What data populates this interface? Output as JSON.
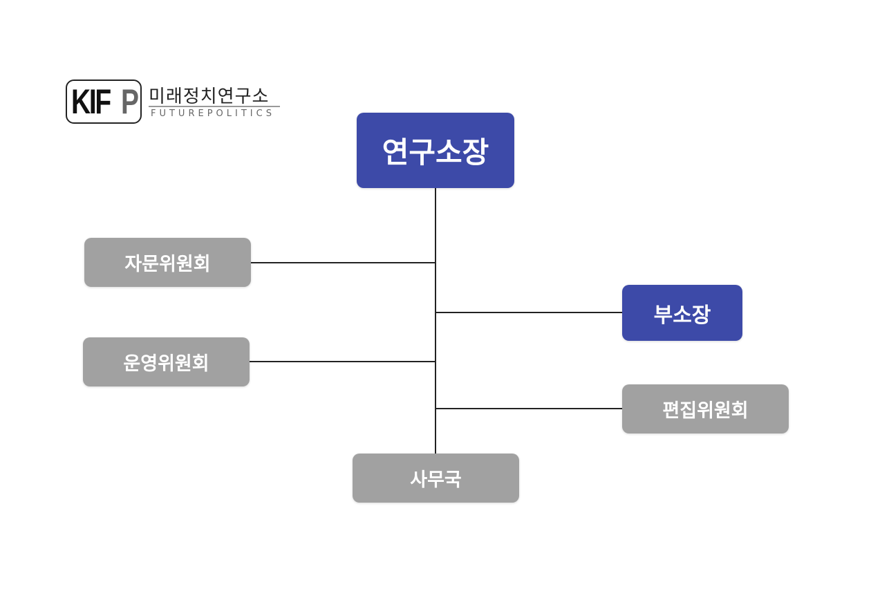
{
  "logo": {
    "mark_text": "KIF",
    "mark_letter": "P",
    "name_ko": "미래정치연구소",
    "name_en": "FUTUREPOLITICS"
  },
  "org_chart": {
    "director": "연구소장",
    "advisory_committee": "자문위원회",
    "deputy_director": "부소장",
    "operating_committee": "운영위원회",
    "editorial_committee": "편집위원회",
    "secretariat": "사무국"
  },
  "colors": {
    "primary_box": "#3d4aa8",
    "secondary_box": "#a1a1a1",
    "connector": "#222222"
  }
}
